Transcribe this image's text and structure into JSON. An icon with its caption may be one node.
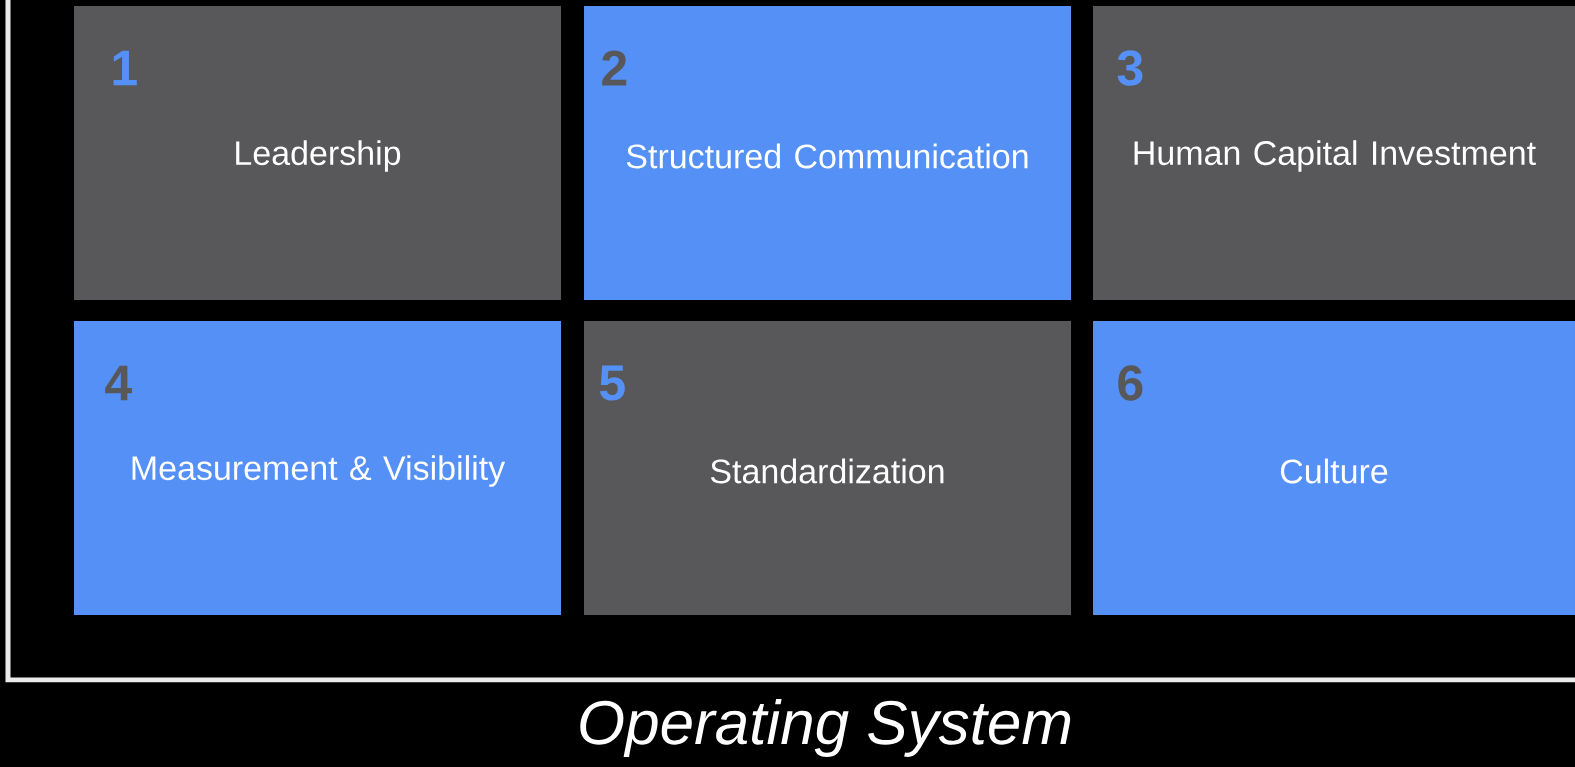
{
  "diagram": {
    "caption": "Operating System",
    "nodes": [
      {
        "text": [
          "1",
          "Leadership"
        ]
      },
      {
        "text": [
          "2",
          "Structured Communication"
        ]
      },
      {
        "text": [
          "3",
          "Human Capital Investment"
        ]
      },
      {
        "text": [
          "4",
          "Measurement & Visibility"
        ]
      },
      {
        "text": [
          "5",
          "Standardization"
        ]
      },
      {
        "text": [
          "6",
          "Culture"
        ]
      }
    ]
  }
}
